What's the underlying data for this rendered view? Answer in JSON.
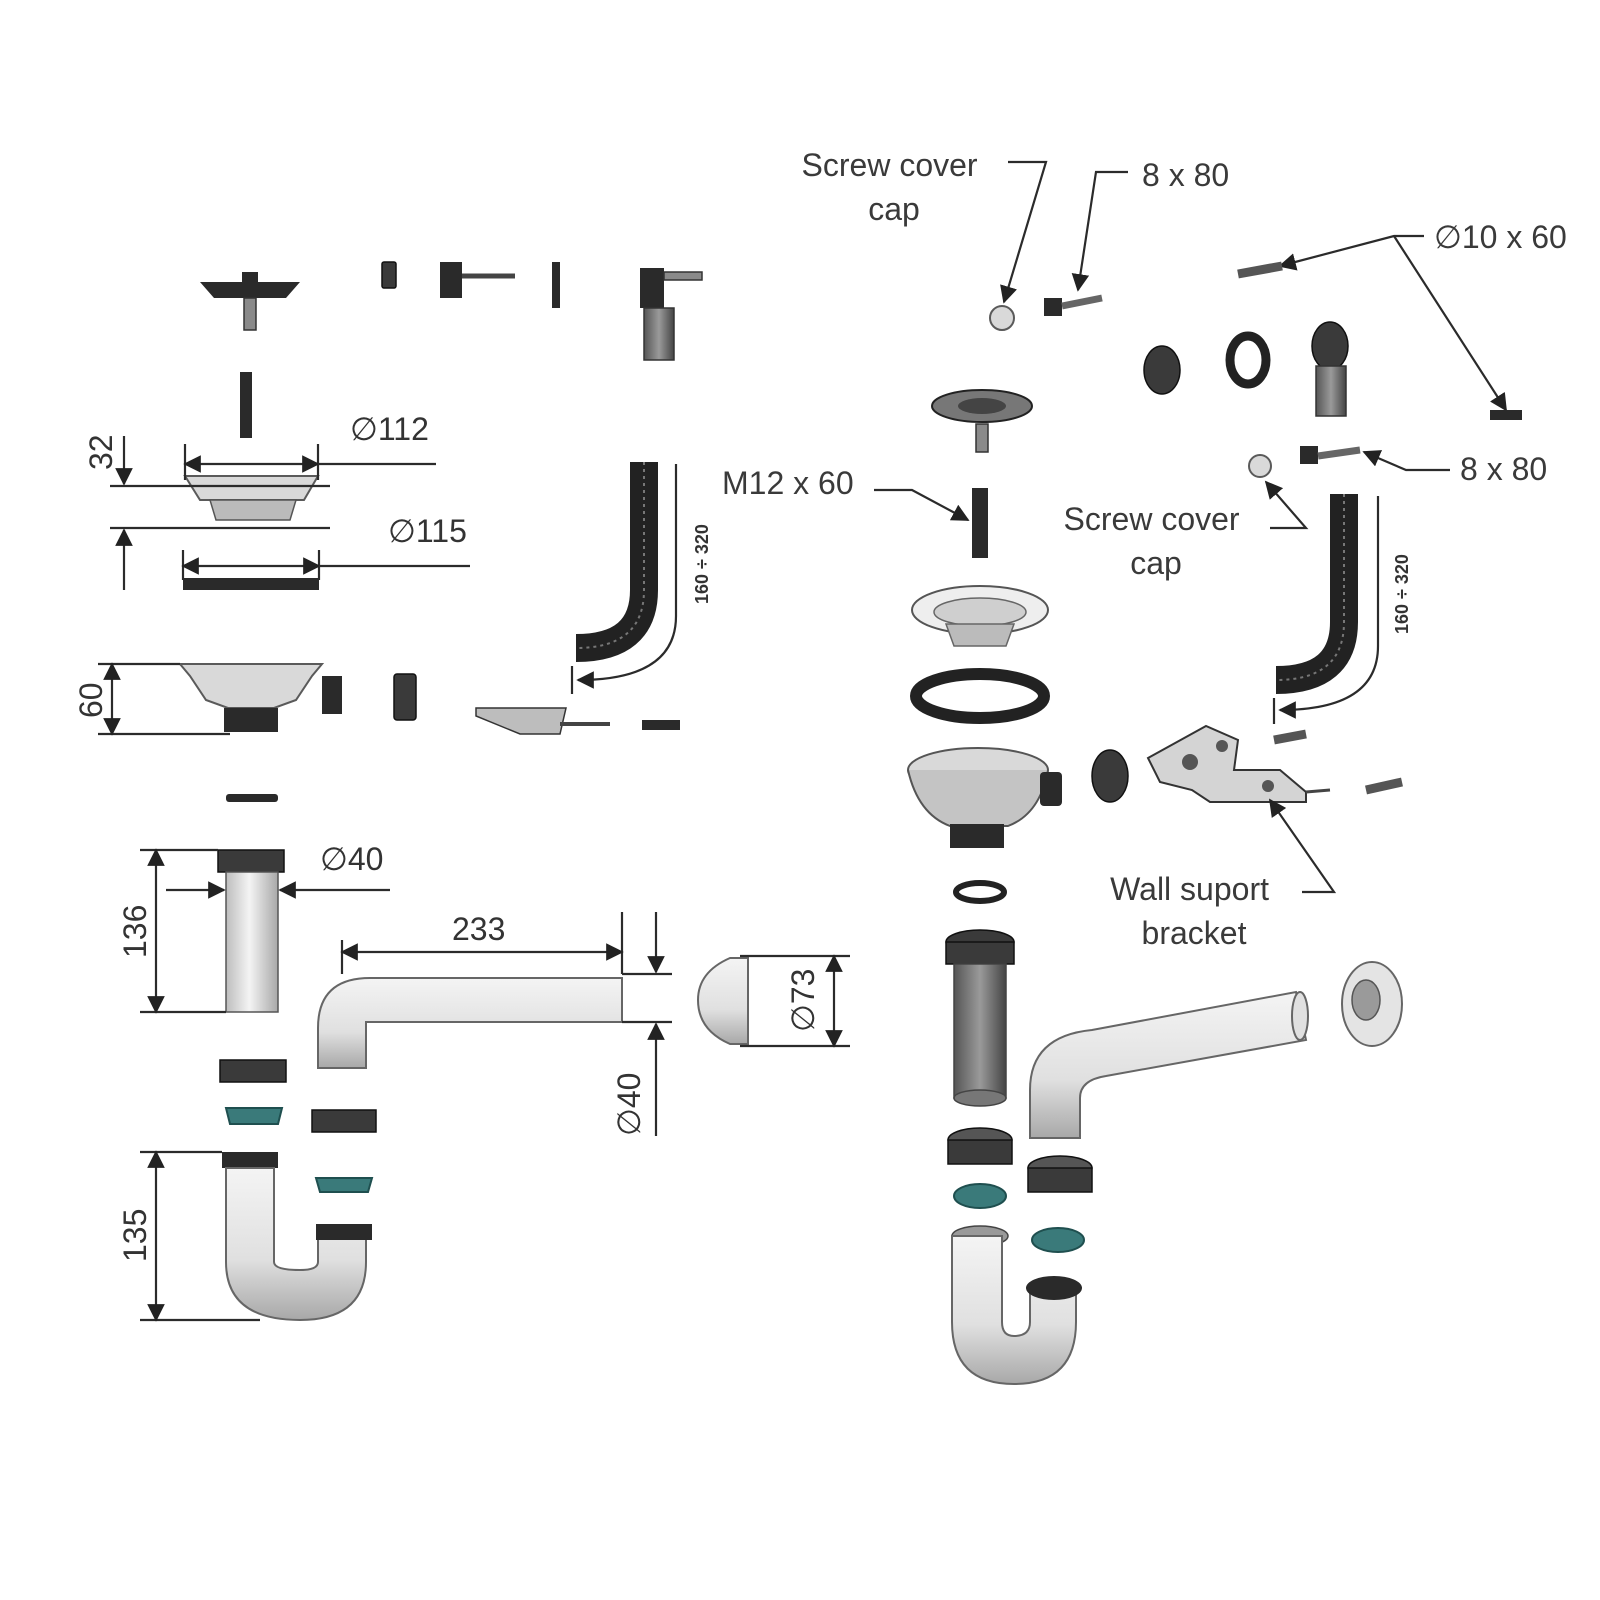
{
  "left_dimensions": {
    "d112": "∅112",
    "d115": "∅115",
    "h32": "32",
    "h60": "60",
    "d40_top": "∅40",
    "h136": "136",
    "l233": "233",
    "d73": "∅73",
    "d40_side": "∅40",
    "h135": "135",
    "hose_left": "160 ÷ 320"
  },
  "right_labels": {
    "screw_cover_cap_top": "Screw cover\ncap",
    "screw_8x80_top": "8 x 80",
    "anchor_10x60": "∅10 x 60",
    "m12x60": "M12 x 60",
    "screw_cover_cap_mid": "Screw cover\ncap",
    "screw_8x80_mid": "8 x 80",
    "wall_support_bracket": "Wall suport\nbracket",
    "hose_right": "160 ÷ 320"
  },
  "colors": {
    "line": "#2b2b2b",
    "text": "#3a3a3a",
    "teal_gasket": "#3a7a7a",
    "pipe_fill": "#e8e8e8"
  }
}
